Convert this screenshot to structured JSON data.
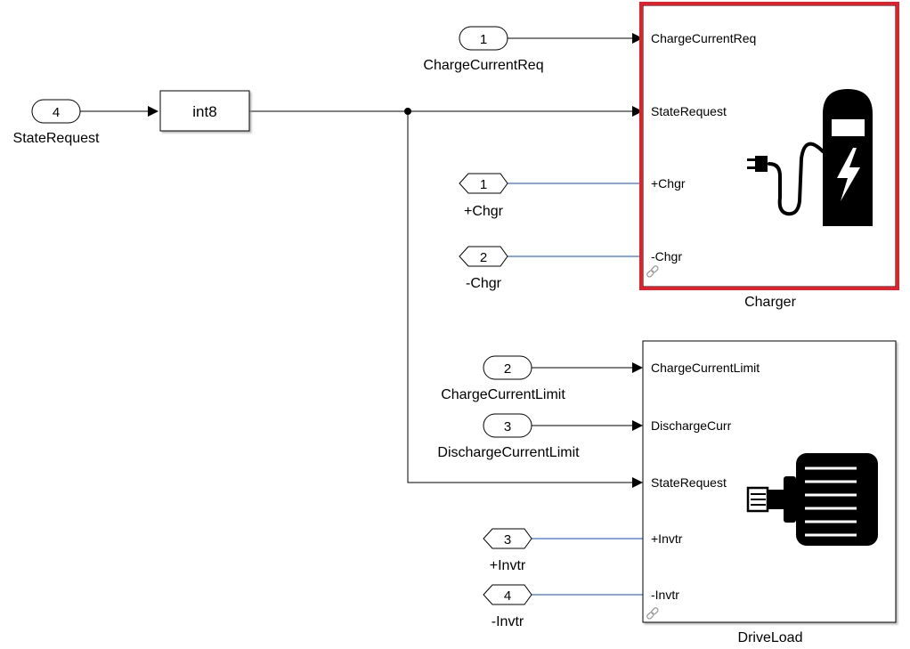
{
  "colors": {
    "signal_line": "#000000",
    "physical_line": "#3f6fd8",
    "selected_outline": "#e0202a",
    "block_border": "#000000",
    "icon": "#000000"
  },
  "inports": [
    {
      "num": "1",
      "label": "ChargeCurrentReq"
    },
    {
      "num": "4",
      "label": "StateRequest"
    },
    {
      "num": "2",
      "label": "ChargeCurrentLimit"
    },
    {
      "num": "3",
      "label": "DischargeCurrentLimit"
    }
  ],
  "connection_ports": [
    {
      "num": "1",
      "label": "+Chgr"
    },
    {
      "num": "2",
      "label": "-Chgr"
    },
    {
      "num": "3",
      "label": "+Invtr"
    },
    {
      "num": "4",
      "label": "-Invtr"
    }
  ],
  "convert_block": {
    "text": "int8"
  },
  "charger": {
    "name": "Charger",
    "selected": true,
    "icon": "ev-charging-station-icon",
    "ports": [
      "ChargeCurrentReq",
      "StateRequest",
      "+Chgr",
      "-Chgr"
    ]
  },
  "driveload": {
    "name": "DriveLoad",
    "icon": "electric-motor-icon",
    "ports": [
      "ChargeCurrentLimit",
      "DischargeCurr",
      "StateRequest",
      "+Invtr",
      "-Invtr"
    ]
  }
}
